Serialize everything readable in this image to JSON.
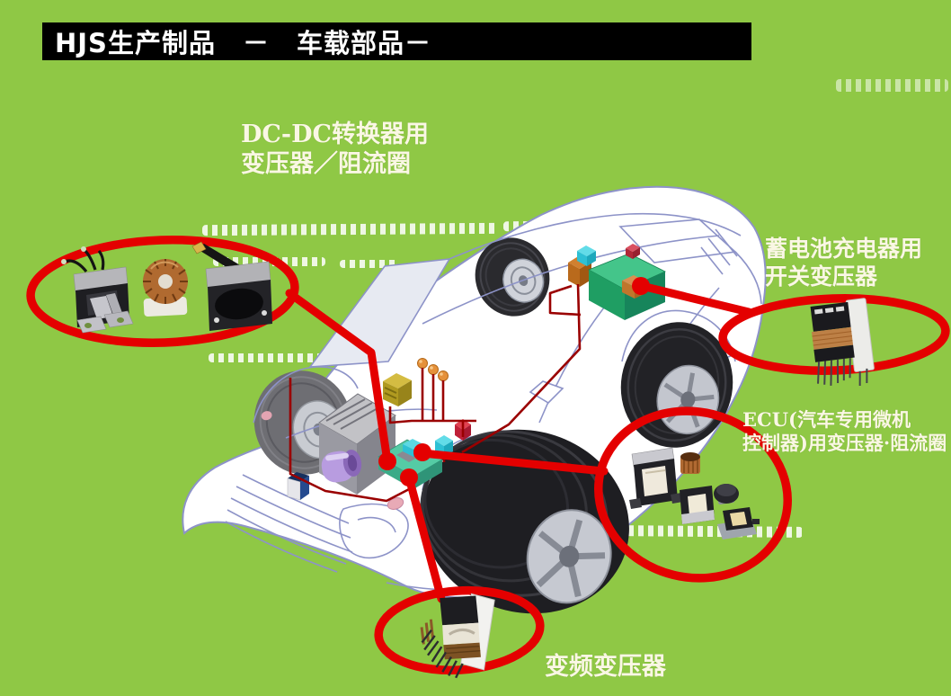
{
  "slide": {
    "title": "HJS生产制品　－　车载部品－",
    "background_color": "#8FC845",
    "title_bar_color": "#000000",
    "title_text_color": "#FFFFFF"
  },
  "callouts": {
    "dcdc": {
      "line1": "DC-DC转换器用",
      "line2": "变压器／阻流圈"
    },
    "battery_charger": {
      "line1": "蓄电池充电器用",
      "line2": "开关变压器"
    },
    "ecu": {
      "line1": "ECU(汽车专用微机",
      "line2": "控制器)用变压器·阻流圈"
    },
    "inverter": {
      "line1": "变频变压器"
    }
  },
  "annotation_style": {
    "label_text_color": "#FAF7E4",
    "callout_red": "#E40000",
    "wiring_red": "#9A0000",
    "battery_green": "#2FB878"
  },
  "icons": {
    "car": "sedan-3d-cutaway-illustration",
    "dcdc_group": "red-ellipse-callout",
    "battery_charger_group": "red-ellipse-callout",
    "ecu_group": "red-ellipse-callout",
    "inverter_group": "red-ellipse-callout"
  }
}
